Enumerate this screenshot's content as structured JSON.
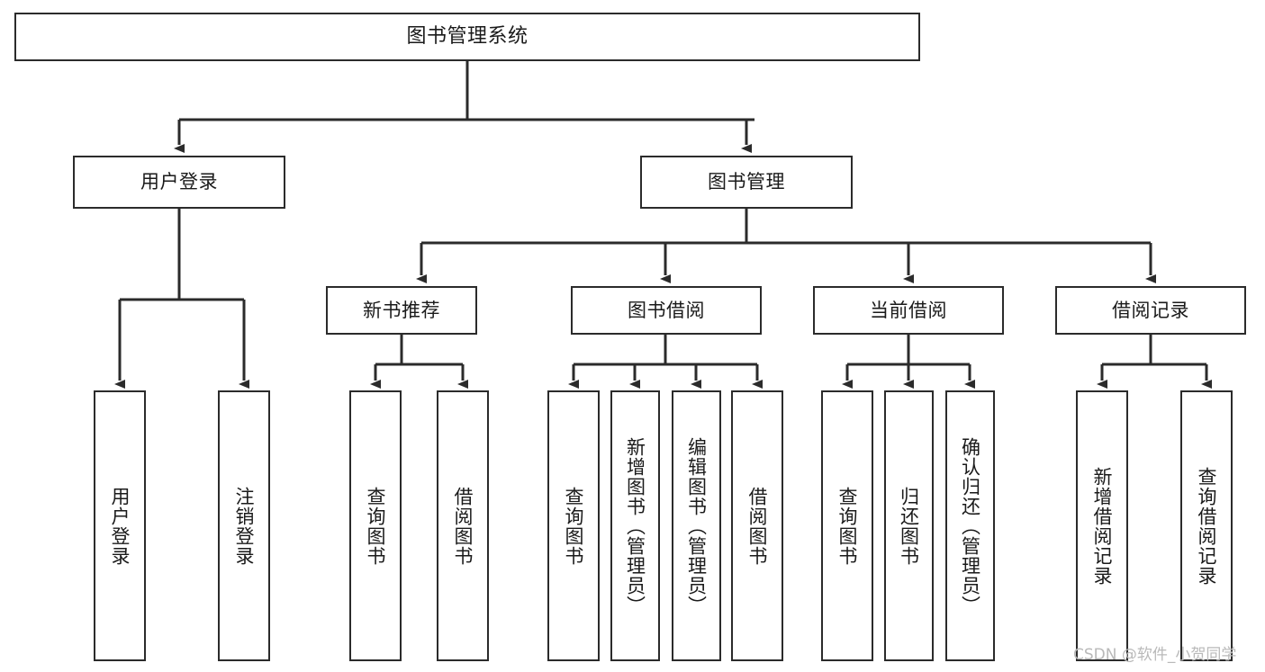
{
  "diagram": {
    "type": "tree",
    "title": "图书管理系统",
    "orientation": "top-down",
    "colors": {
      "box_border": "#2b2b2b",
      "box_fill": "#ffffff",
      "edge": "#2b2b2b",
      "text": "#1a1a1a",
      "watermark": "#b9b9b9"
    }
  },
  "watermark": {
    "text": "CSDN @软件_小贺同学"
  },
  "nodes": {
    "root": {
      "label": "图书管理系统"
    },
    "level2": [
      {
        "label": "用户登录"
      },
      {
        "label": "图书管理"
      }
    ],
    "level3": [
      {
        "label": "新书推荐"
      },
      {
        "label": "图书借阅"
      },
      {
        "label": "当前借阅"
      },
      {
        "label": "借阅记录"
      }
    ],
    "leaves_user_login": [
      {
        "label": "用户登录"
      },
      {
        "label": "注销登录"
      }
    ],
    "leaves_new_books": [
      {
        "label": "查询图书"
      },
      {
        "label": "借阅图书"
      }
    ],
    "leaves_borrow": [
      {
        "label": "查询图书"
      },
      {
        "label": "新增图书（管理员）"
      },
      {
        "label": "编辑图书（管理员）"
      },
      {
        "label": "借阅图书"
      }
    ],
    "leaves_current": [
      {
        "label": "查询图书"
      },
      {
        "label": "归还图书"
      },
      {
        "label": "确认归还（管理员）"
      }
    ],
    "leaves_records": [
      {
        "label": "新增借阅记录"
      },
      {
        "label": "查询借阅记录"
      }
    ]
  }
}
